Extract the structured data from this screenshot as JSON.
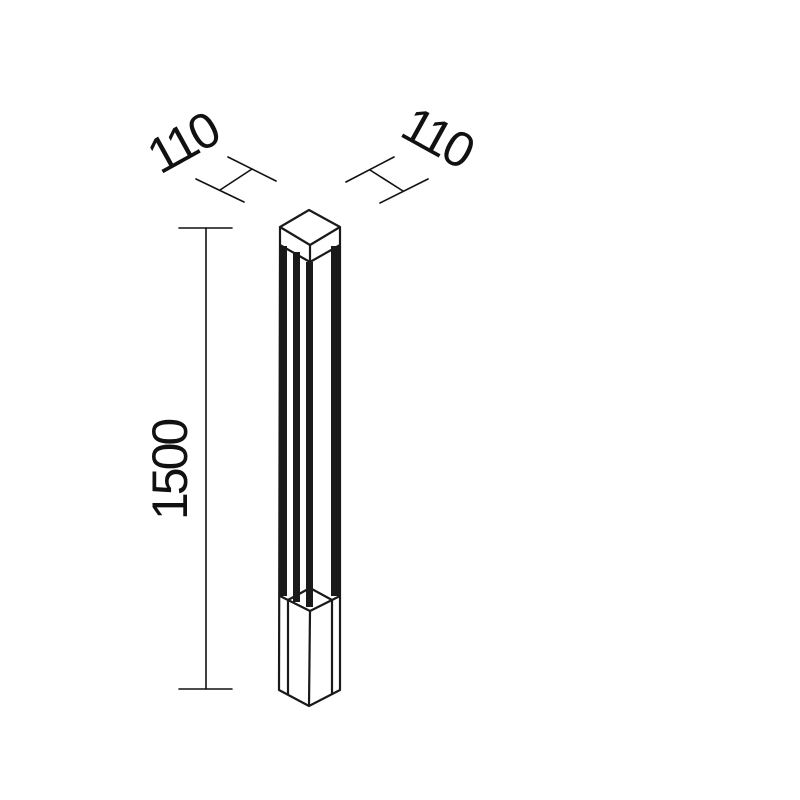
{
  "dimensions": {
    "width_left": "110",
    "width_right": "110",
    "height": "1500"
  },
  "colors": {
    "line": "#111111",
    "background": "#ffffff"
  }
}
